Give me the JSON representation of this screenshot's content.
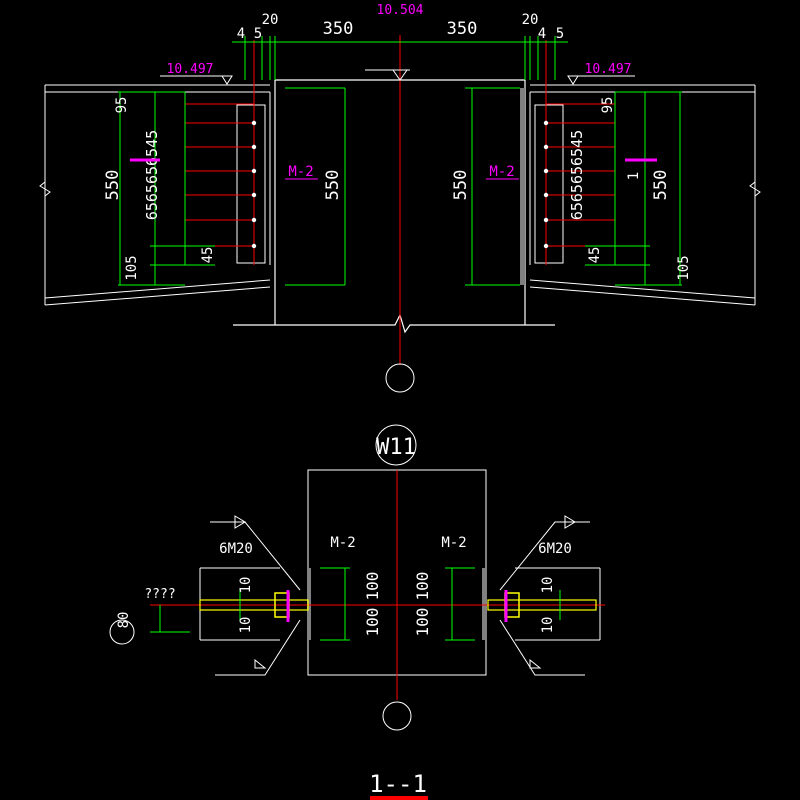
{
  "colors": {
    "background": "#000000",
    "structure": "#ffffff",
    "dimension": "#00ff00",
    "axis": "#ff0000",
    "elevation": "#ff00ff",
    "bolt": "#ffff00",
    "plate": "#808080"
  },
  "elevation_view": {
    "top_elevation": "10.504",
    "left_elevation": "10.497",
    "right_elevation": "10.497",
    "dim_350": "350",
    "dim_20": "20",
    "dim_45": "45",
    "dim_5": "5",
    "dim_4": "4",
    "dim_95": "95",
    "dim_550": "550",
    "dim_105": "105",
    "bolt_pitch_stack_left": "6565656545",
    "bolt_pitch_stack_right": "6565656545",
    "plate_label": "M-2",
    "section_marker": "1"
  },
  "axis_label": "W11",
  "plan_view": {
    "bolt_callout": "6M20",
    "plate_label": "M-2",
    "dim_100": "100",
    "dim_10": "10",
    "unknown_label": "????",
    "dim_80": "80"
  },
  "section_title": "1--1"
}
